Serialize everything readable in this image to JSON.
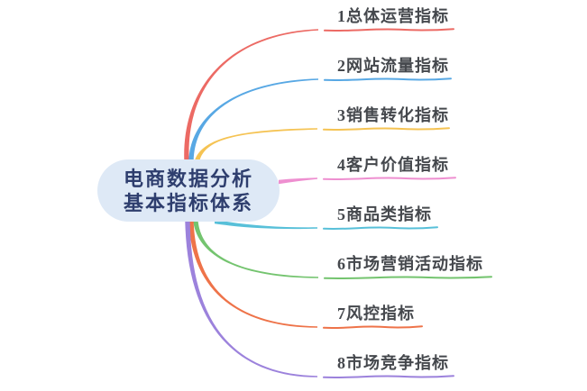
{
  "central_topic": {
    "line1": "电商数据分析",
    "line2": "基本指标体系",
    "bg_color": "#DEE9F6",
    "text_color": "#2E3E6E"
  },
  "branches": [
    {
      "label": "1总体运营指标",
      "color": "#EC6A64"
    },
    {
      "label": "2网站流量指标",
      "color": "#58A8E4"
    },
    {
      "label": "3销售转化指标",
      "color": "#F5C353"
    },
    {
      "label": "4客户价值指标",
      "color": "#EE8FD0"
    },
    {
      "label": "5商品类指标",
      "color": "#58C0D9"
    },
    {
      "label": "6市场营销活动指标",
      "color": "#74C46F"
    },
    {
      "label": "7风控指标",
      "color": "#EE7349"
    },
    {
      "label": "8市场竞争指标",
      "color": "#9C82DC"
    }
  ],
  "label_text_color": "#45484D",
  "background_color": "#FFFFFF"
}
